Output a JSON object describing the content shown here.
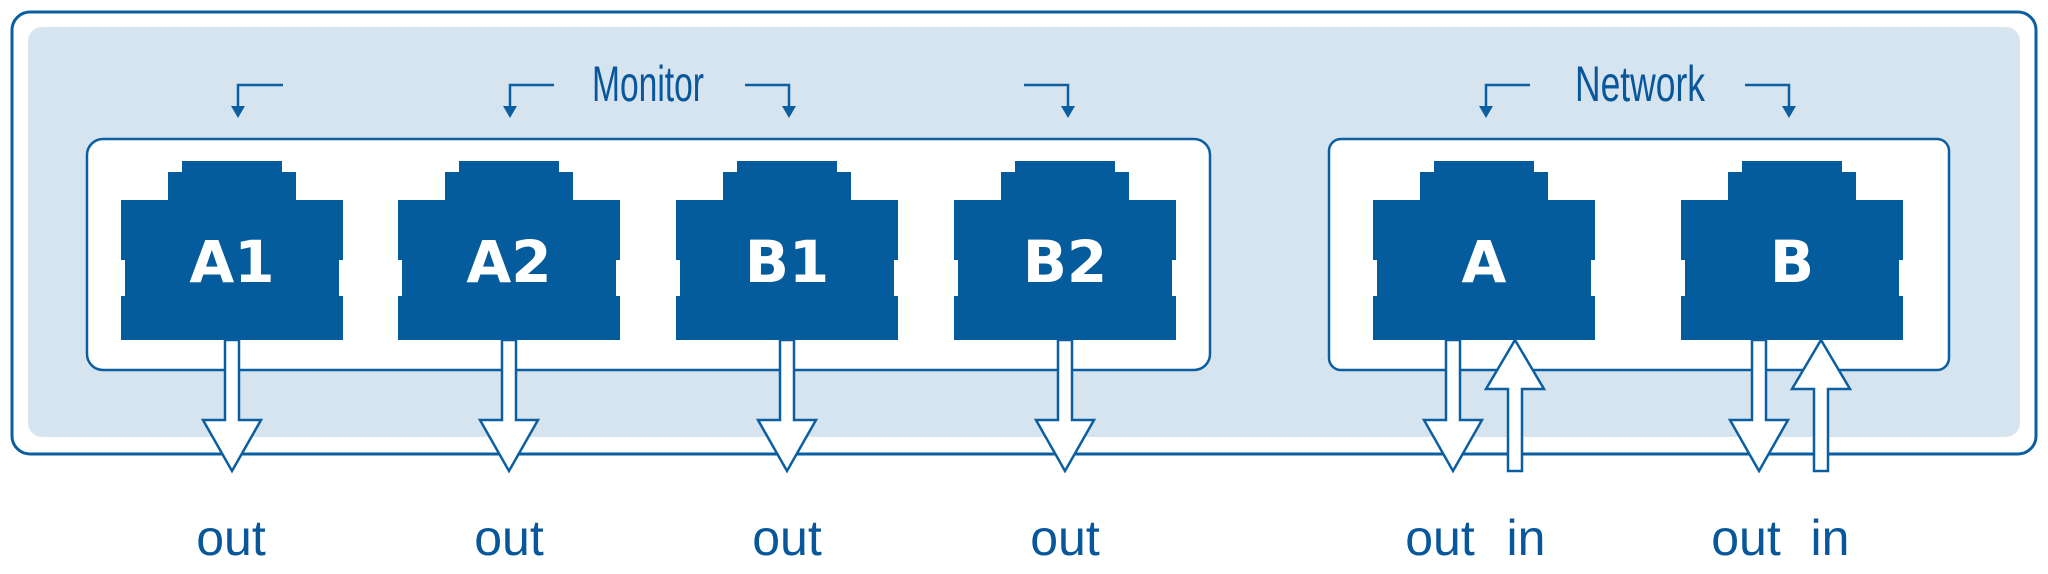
{
  "colors": {
    "accent": "#055c9d",
    "panel_fill": "#d6e4f0",
    "outline": "#0b5fa0",
    "background": "#ffffff"
  },
  "groups": {
    "monitor": {
      "label": "Monitor"
    },
    "network": {
      "label": "Network"
    }
  },
  "ports": {
    "monitor": [
      {
        "id": "A1",
        "label": "A1"
      },
      {
        "id": "A2",
        "label": "A2"
      },
      {
        "id": "B1",
        "label": "B1"
      },
      {
        "id": "B2",
        "label": "B2"
      }
    ],
    "network": [
      {
        "id": "A",
        "label": "A"
      },
      {
        "id": "B",
        "label": "B"
      }
    ]
  },
  "directions": {
    "out": "out",
    "in": "in"
  },
  "icons": [
    "rj45-port-icon",
    "arrow-down-icon",
    "arrow-up-icon",
    "bracket-arrow-icon"
  ]
}
